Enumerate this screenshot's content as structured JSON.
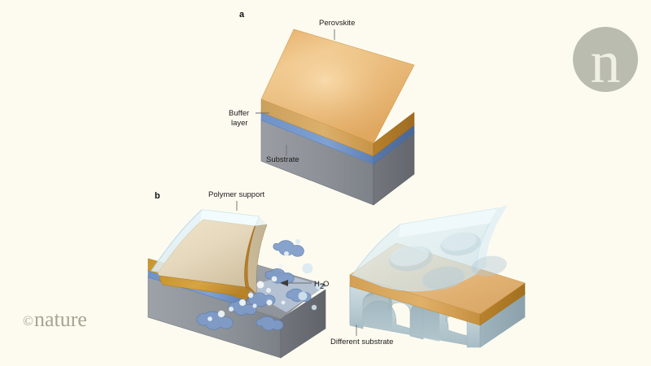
{
  "figure": {
    "background_color": "#fdfbf0",
    "panels": [
      {
        "id": "panel-a",
        "label": "a",
        "description": "Layered perovskite film stack on buffer layer and substrate",
        "labels": [
          {
            "name": "perovskite",
            "text": "Perovskite"
          },
          {
            "name": "buffer-layer-line1",
            "text": "Buffer"
          },
          {
            "name": "buffer-layer-line2",
            "text": "layer"
          },
          {
            "name": "substrate",
            "text": "Substrate"
          }
        ]
      },
      {
        "id": "panel-b",
        "label": "b",
        "description": "Water-assisted exfoliation of perovskite film with polymer support and transfer to a different patterned substrate",
        "labels": [
          {
            "name": "polymer-support",
            "text": "Polymer support"
          },
          {
            "name": "water",
            "text": "H"
          },
          {
            "name": "water-subscript",
            "text": "2"
          },
          {
            "name": "water-suffix",
            "text": "O"
          },
          {
            "name": "different-substrate",
            "text": "Different substrate"
          }
        ]
      }
    ],
    "watermarks": [
      {
        "name": "nature-roundel",
        "text": "n"
      },
      {
        "name": "nature-copyright-mark",
        "text": "©"
      },
      {
        "name": "nature-copyright-word",
        "text": "nature"
      }
    ],
    "colors": {
      "background": "#fdfbf0",
      "perovskite_top": "#e8b878",
      "perovskite_edge": "#c58b2c",
      "buffer_layer": "#6b8ec4",
      "substrate": "#8e9298",
      "substrate_alt": "#b9ccd2",
      "polymer_support": "#dceef3",
      "water_droplet": "#7e9cc9",
      "label_text": "#1b1b1b",
      "leader_line": "#6e6e6e"
    }
  }
}
